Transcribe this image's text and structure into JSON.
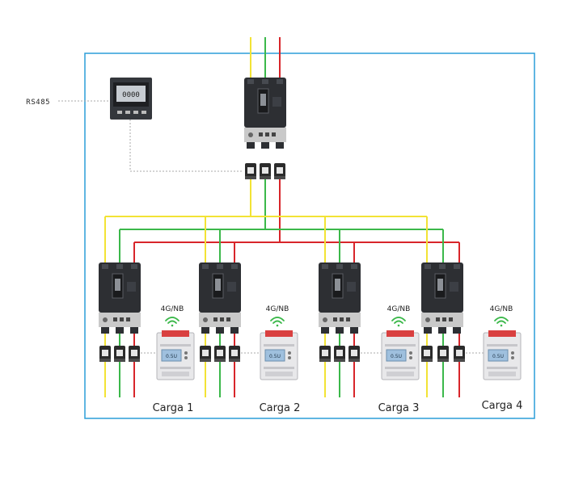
{
  "labels": {
    "rs485": "RS485",
    "meter_display": "0000",
    "comm": "4G/NB",
    "lcd": "0.5U",
    "loads": [
      "Carga 1",
      "Carga 2",
      "Carga 3",
      "Carga 4"
    ]
  },
  "colors": {
    "frame": "#2b9ed8",
    "phase_a": "#f2e335",
    "phase_b": "#3bb84a",
    "phase_c": "#d8252a",
    "dotted": "#aaaaaa",
    "breaker_body": "#2d2f33",
    "breaker_base": "#c9c9c9",
    "ct_body": "#2b2b2b",
    "meter_body": "#e8e8ea",
    "meter_terminals": "#d94040",
    "wifi": "#3bb84a"
  }
}
